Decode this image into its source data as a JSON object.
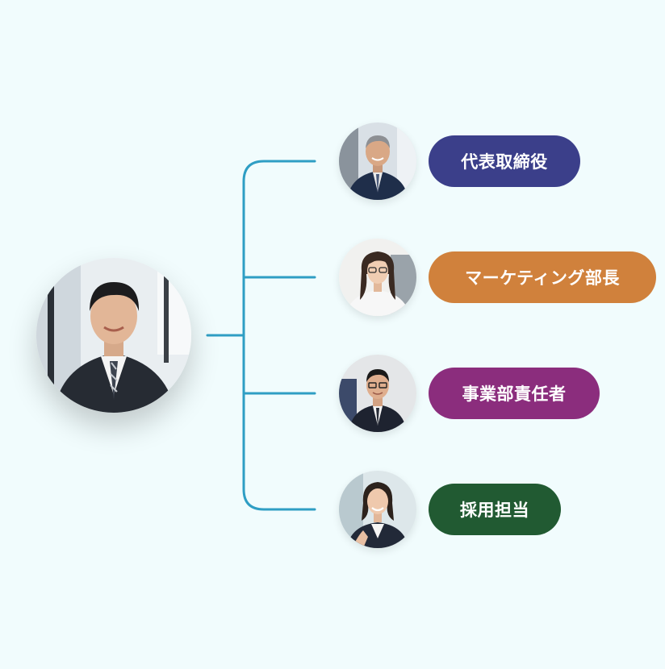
{
  "hierarchy": {
    "root": {
      "avatar_icon": "businessman-portrait-icon"
    },
    "connector_color": "#2f9ec4",
    "members": [
      {
        "label": "代表取締役",
        "color": "#3b3f8a",
        "avatar_icon": "executive-portrait-icon"
      },
      {
        "label": "マーケティング部長",
        "color": "#d0813c",
        "avatar_icon": "marketing-manager-portrait-icon"
      },
      {
        "label": "事業部責任者",
        "color": "#8b2d7d",
        "avatar_icon": "business-division-head-portrait-icon"
      },
      {
        "label": "採用担当",
        "color": "#215a32",
        "avatar_icon": "recruiter-portrait-icon"
      }
    ]
  }
}
